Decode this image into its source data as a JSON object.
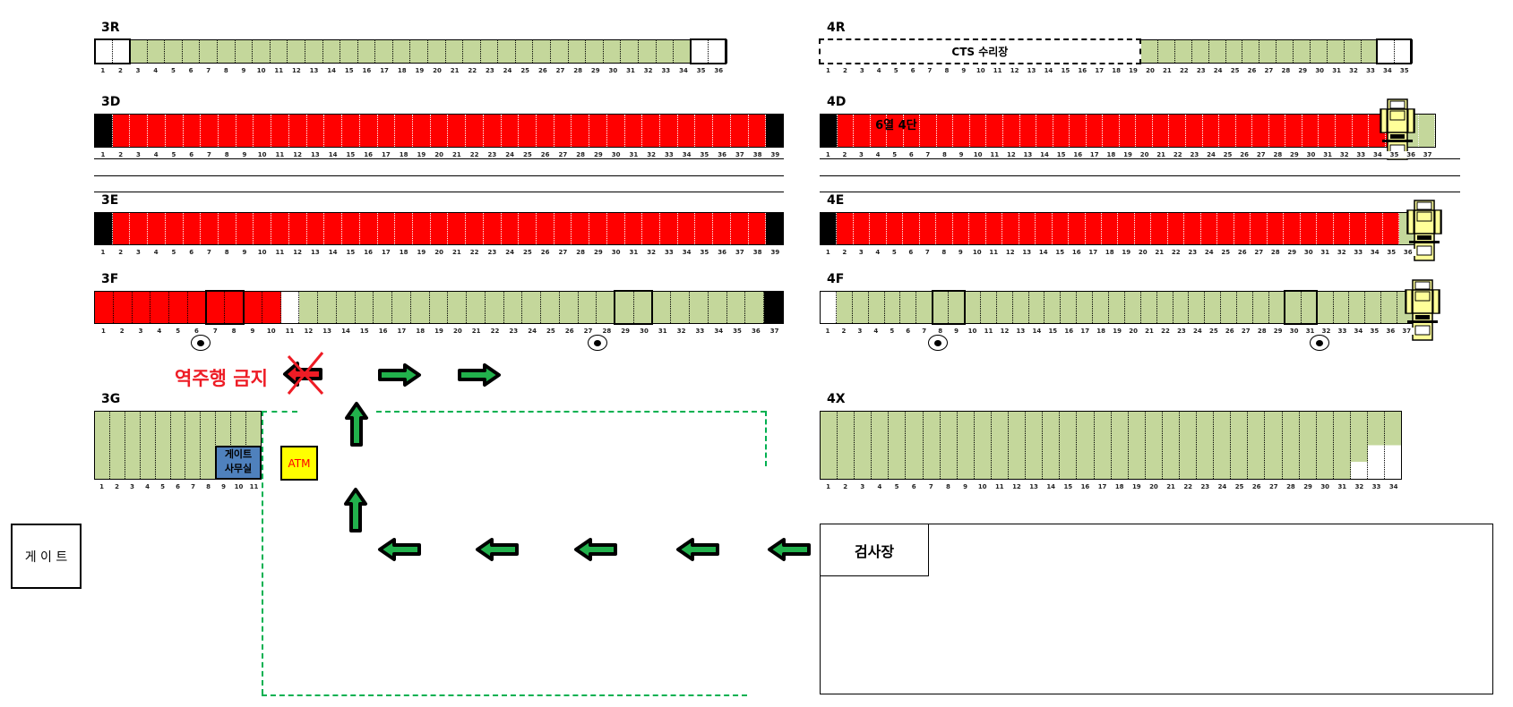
{
  "colors": {
    "g": "#c4d79b",
    "r": "#ff0000",
    "k": "#000000",
    "w": "#ffffff",
    "accent_arrow": "#22b14c",
    "route": "#00b050",
    "office": "#4f81bd",
    "atm": "#ffff00"
  },
  "blocks": [
    {
      "id": "3R",
      "label": "3R",
      "cells": "wwggggggggggggggggggggggggggggggggww",
      "boxes": [
        [
          1,
          2
        ],
        [
          35,
          36
        ]
      ]
    },
    {
      "id": "3D",
      "label": "3D",
      "cells": "krrrrrrrrrrrrrrrrrrrrrrrrrrrrrrrrrrrrrk",
      "boxes": []
    },
    {
      "id": "3E",
      "label": "3E",
      "cells": "krrrrrrrrrrrrrrrrrrrrrrrrrrrrrrrrrrrrrk",
      "boxes": []
    },
    {
      "id": "3F",
      "label": "3F",
      "cells": "rrrrrrrrrrwgggggggggggggggggggggggggk",
      "boxes": [
        [
          7,
          8
        ],
        [
          29,
          30
        ]
      ]
    },
    {
      "id": "3G",
      "label": "3G",
      "cells": "ggggggggggg",
      "boxes": []
    },
    {
      "id": "4R",
      "label": "4R",
      "cells": "wwwwwwwwwwwwwwwwwwwggggggggggggggww",
      "boxes": [
        [
          34,
          35
        ]
      ],
      "dashed": {
        "from": 1,
        "to": 19,
        "text": "CTS 수리장"
      }
    },
    {
      "id": "4D",
      "label": "4D",
      "cells": "krrrrrrrrrrrrrrrrrrrrrrrrrrrrrrrrrrgg",
      "boxes": [],
      "note": "6열 4단"
    },
    {
      "id": "4E",
      "label": "4E",
      "cells": "krrrrrrrrrrrrrrrrrrrrrrrrrrrrrrrrrrg",
      "boxes": []
    },
    {
      "id": "4F",
      "label": "4F",
      "cells": "wgggggggggggggggggggggggggggggggggggg",
      "boxes": [
        [
          8,
          9
        ],
        [
          30,
          31
        ]
      ]
    },
    {
      "id": "4X",
      "label": "4X",
      "cells": "gggggggggggggggggggggggggggggggggg",
      "boxes": [],
      "partial_empty": {
        "32": 0.25,
        "33": 0.5,
        "34": 0.5
      }
    }
  ],
  "labels": {
    "no_reverse": "역주행 금지",
    "gate_office": "게이트\n사무실",
    "gate_office_line1": "게이트",
    "gate_office_line2": "사무실",
    "atm": "ATM",
    "gate": "게 이 트",
    "inspection": "검사장"
  }
}
